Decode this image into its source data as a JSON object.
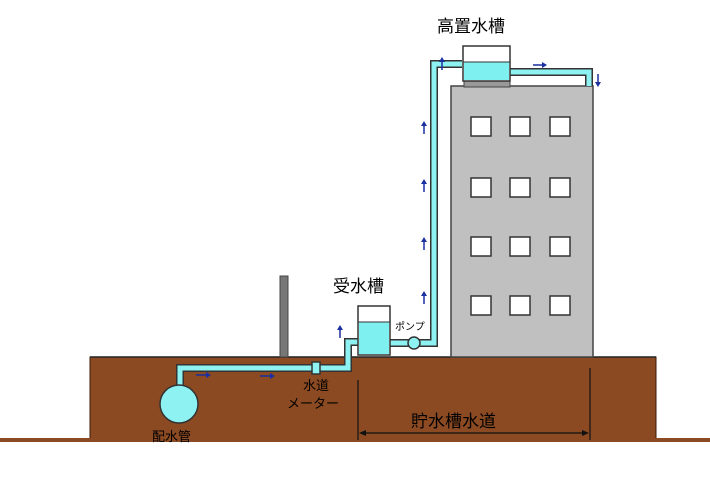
{
  "labels": {
    "elevated_tank": "高置水槽",
    "receiving_tank": "受水槽",
    "pump": "ポンプ",
    "water_meter_line1": "水道",
    "water_meter_line2": "メーター",
    "storage_system": "貯水槽水道",
    "distribution_main": "配水管"
  },
  "colors": {
    "ground": "#8b4a22",
    "pipe": "#8ff2f2",
    "pipe_outline": "#333333",
    "building": "#c0c0c0",
    "water": "#7ff0f0",
    "arrow": "#1a2fa0"
  }
}
